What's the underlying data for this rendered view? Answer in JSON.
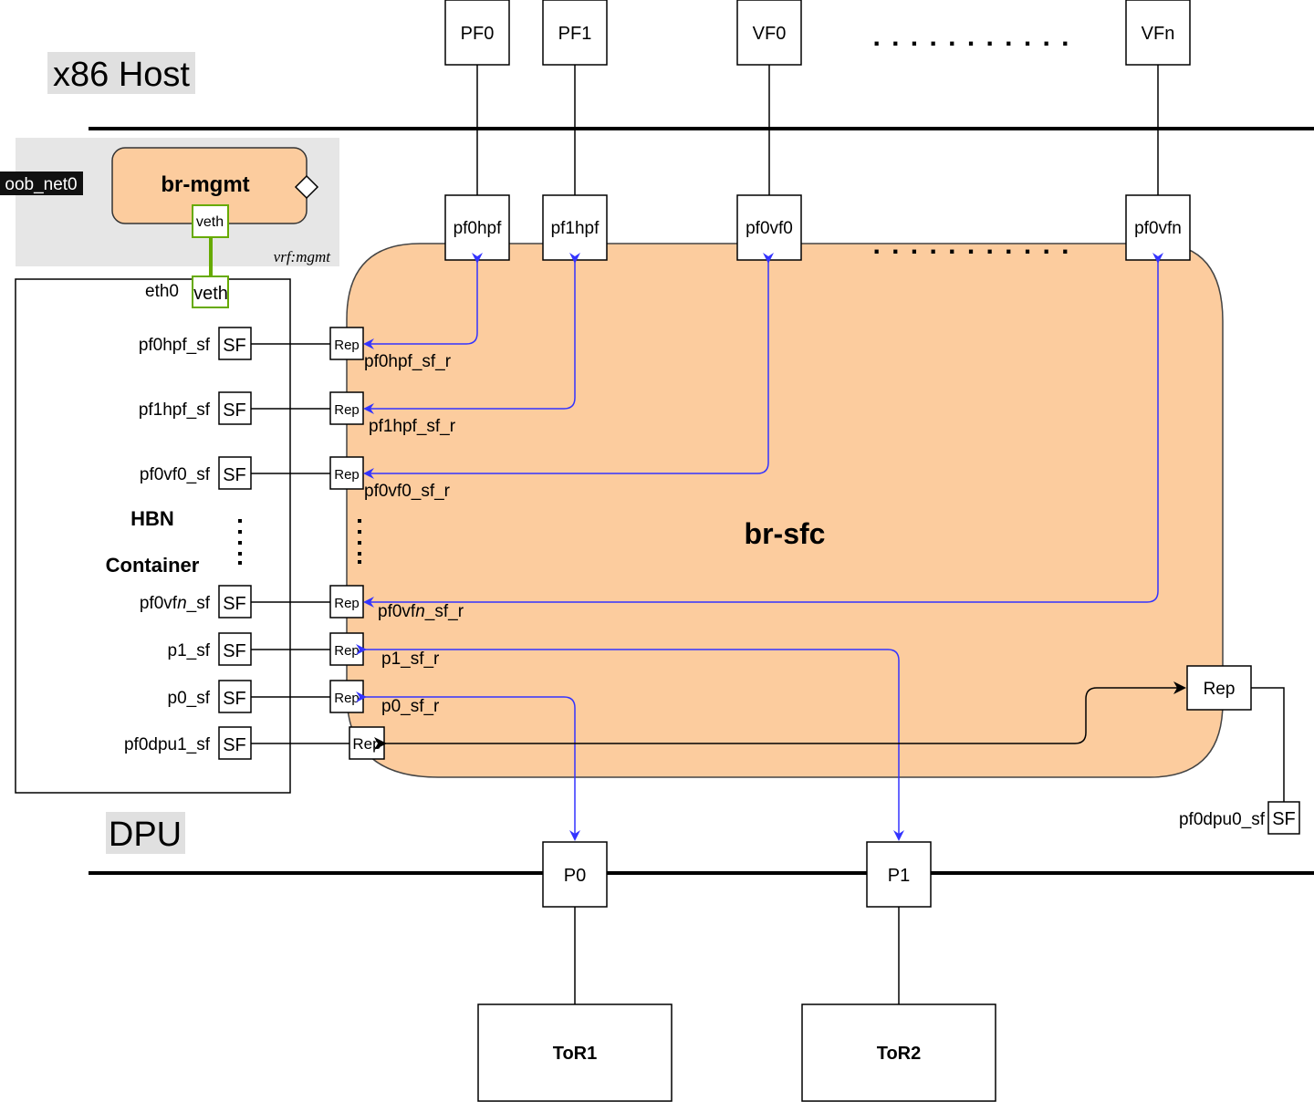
{
  "zones": {
    "host_label": "x86 Host",
    "dpu_label": "DPU"
  },
  "host_functions": [
    {
      "label": "PF0",
      "rep": "pf0hpf"
    },
    {
      "label": "PF1",
      "rep": "pf1hpf"
    },
    {
      "label": "VF0",
      "rep": "pf0vf0"
    },
    {
      "label": "VFn",
      "rep": "pf0vfn"
    }
  ],
  "ellipsis": ". . . . . . . . . . .",
  "mgmt": {
    "vrf_label": "vrf:mgmt",
    "bridge_label": "br-mgmt",
    "oob_label": "oob_net0",
    "veth_top": "veth",
    "veth_bottom": "veth",
    "eth0_label": "eth0"
  },
  "hbn": {
    "title_line1": "HBN",
    "title_line2": "Container",
    "sf_badge": "SF",
    "rep_badge": "Rep",
    "sf_rows": [
      {
        "sf": "pf0hpf_sf",
        "rep": "pf0hpf_sf_r"
      },
      {
        "sf": "pf1hpf_sf",
        "rep": "pf1hpf_sf_r"
      },
      {
        "sf": "pf0vf0_sf",
        "rep": "pf0vf0_sf_r"
      },
      {
        "sf_a": "pf0vf",
        "sf_n": "n",
        "sf_b": "_sf",
        "rep_a": "pf0vf",
        "rep_n": "n",
        "rep_b": "_sf_r"
      },
      {
        "sf": "p1_sf",
        "rep": "p1_sf_r"
      },
      {
        "sf": "p0_sf",
        "rep": "p0_sf_r"
      },
      {
        "sf": "pf0dpu1_sf",
        "rep": ""
      }
    ]
  },
  "bridge_sfc": {
    "label": "br-sfc"
  },
  "dpu_sf": {
    "rep": "Rep",
    "sf": "SF",
    "label": "pf0dpu0_sf"
  },
  "uplinks": [
    {
      "port": "P0",
      "tor": "ToR1"
    },
    {
      "port": "P1",
      "tor": "ToR2"
    }
  ],
  "colors": {
    "bridge_fill": "#FCCC9E",
    "vrf_fill": "#E6E6E6",
    "link_blue": "#3333FF",
    "veth_green": "#66AA00",
    "zone_label_bg": "#E0E0E0"
  }
}
